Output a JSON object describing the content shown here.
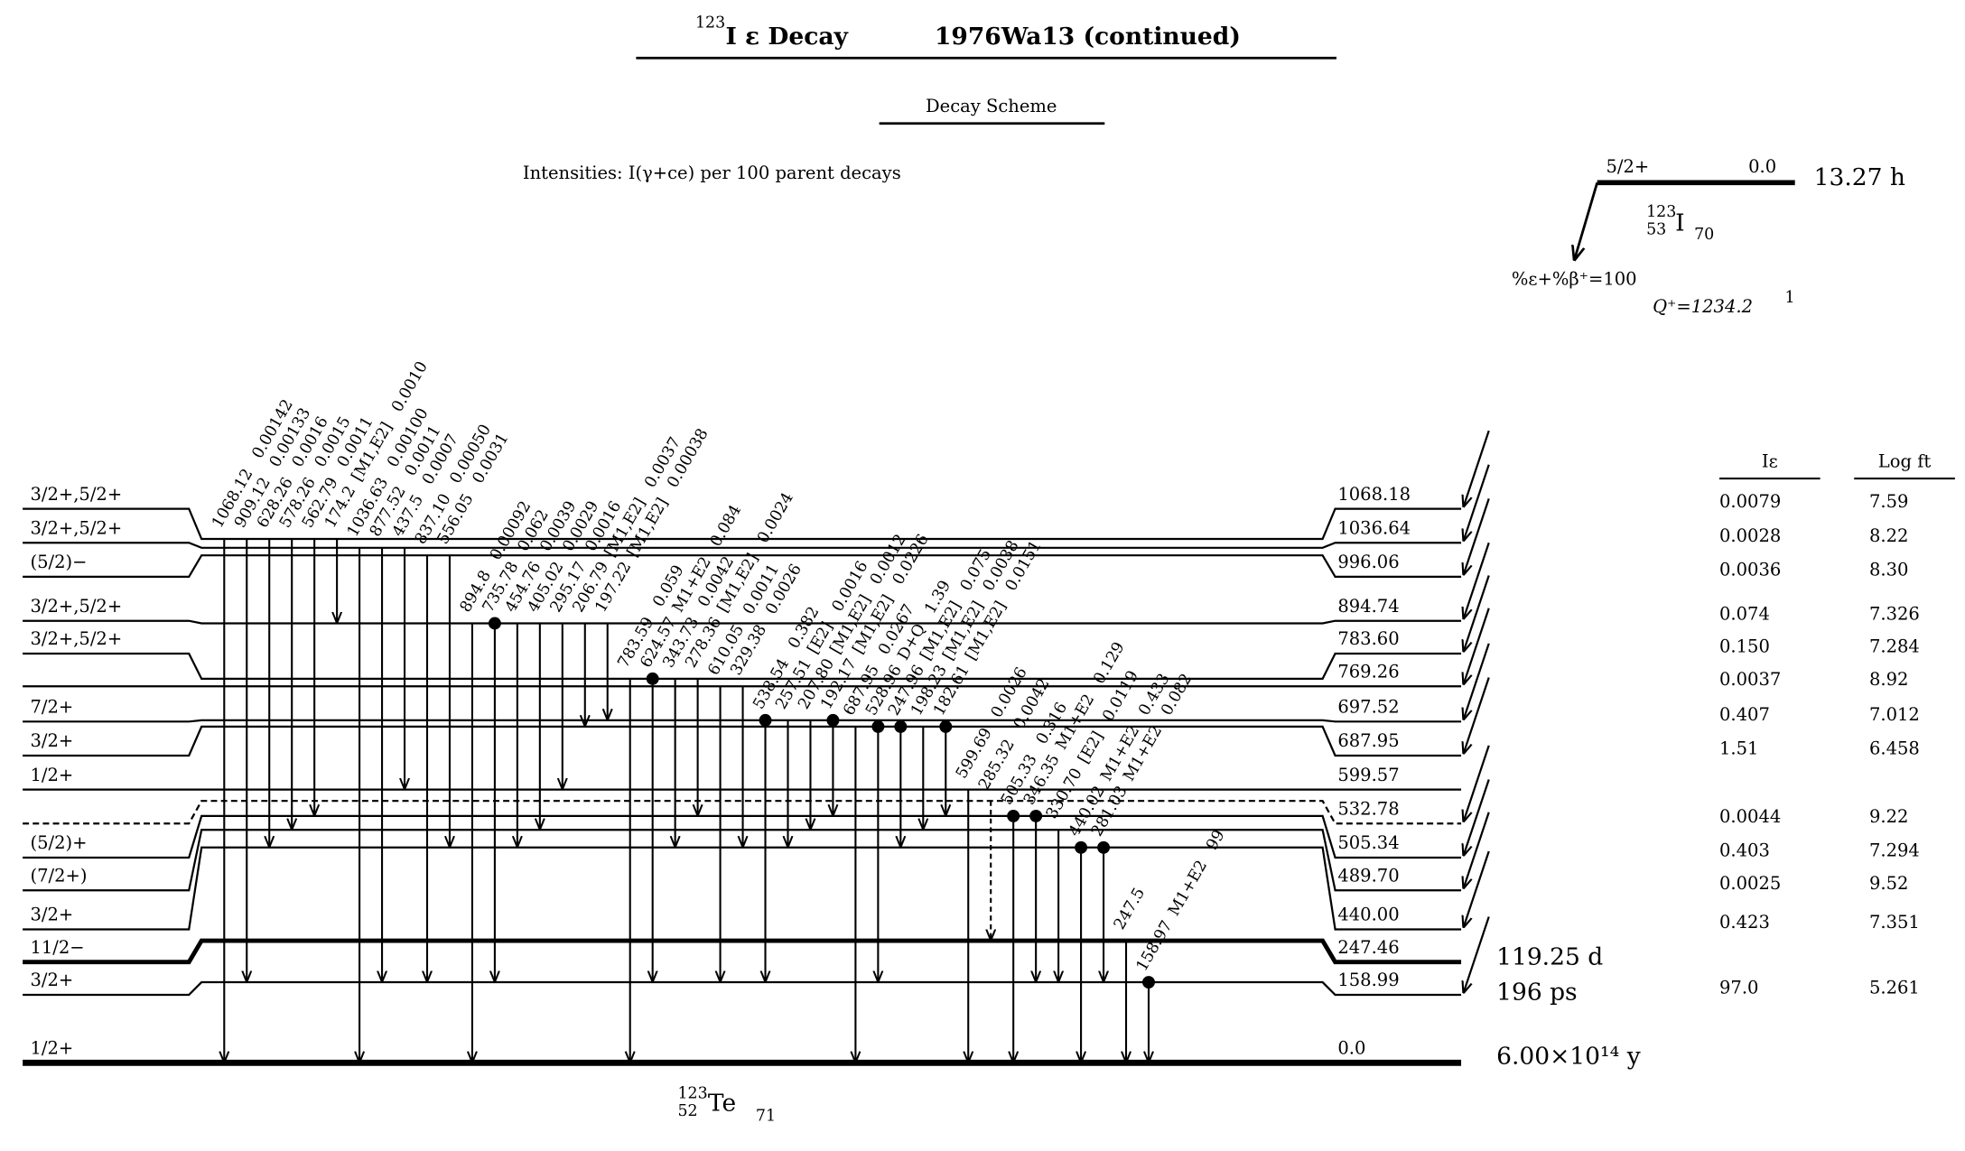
{
  "header": {
    "mass": "123",
    "title_rest": "I ε Decay",
    "reference": "1976Wa13 (continued)",
    "subtitle": "Decay Scheme",
    "intensities_note": "Intensities: I(γ+ce) per 100 parent decays"
  },
  "parent": {
    "jpi": "5/2+",
    "energy": "0.0",
    "halflife": "13.27 h",
    "mass": "123",
    "z": "53",
    "symbol": "I",
    "n": "70",
    "branching": "%ε+%β⁺=100",
    "q_label": "Q⁺=1234.2",
    "q_unc": "1"
  },
  "daughter": {
    "mass": "123",
    "z": "52",
    "symbol": "Te",
    "n": "71"
  },
  "table_headers": {
    "ie": "Iε",
    "logft": "Log ft"
  },
  "levels": [
    {
      "e": "1068.18",
      "jpi": "3/2+,5/2+",
      "ie": "0.0079",
      "logft": "7.59",
      "halflife": "",
      "style": "normal"
    },
    {
      "e": "1036.64",
      "jpi": "3/2+,5/2+",
      "ie": "0.0028",
      "logft": "8.22",
      "halflife": "",
      "style": "normal"
    },
    {
      "e": "996.06",
      "jpi": "(5/2)−",
      "ie": "0.0036",
      "logft": "8.30",
      "halflife": "",
      "style": "normal"
    },
    {
      "e": "894.74",
      "jpi": "3/2+,5/2+",
      "ie": "0.074",
      "logft": "7.326",
      "halflife": "",
      "style": "normal"
    },
    {
      "e": "783.60",
      "jpi": "3/2+,5/2+",
      "ie": "0.150",
      "logft": "7.284",
      "halflife": "",
      "style": "normal"
    },
    {
      "e": "769.26",
      "jpi": "",
      "ie": "0.0037",
      "logft": "8.92",
      "halflife": "",
      "style": "normal"
    },
    {
      "e": "697.52",
      "jpi": "7/2+",
      "ie": "0.407",
      "logft": "7.012",
      "halflife": "",
      "style": "normal"
    },
    {
      "e": "687.95",
      "jpi": "3/2+",
      "ie": "1.51",
      "logft": "6.458",
      "halflife": "",
      "style": "normal"
    },
    {
      "e": "599.57",
      "jpi": "1/2+",
      "ie": "",
      "logft": "",
      "halflife": "",
      "style": "normal"
    },
    {
      "e": "532.78",
      "jpi": "",
      "ie": "0.0044",
      "logft": "9.22",
      "halflife": "",
      "style": "dashed"
    },
    {
      "e": "505.34",
      "jpi": "(5/2)+",
      "ie": "0.403",
      "logft": "7.294",
      "halflife": "",
      "style": "normal"
    },
    {
      "e": "489.70",
      "jpi": "(7/2+)",
      "ie": "0.0025",
      "logft": "9.52",
      "halflife": "",
      "style": "normal"
    },
    {
      "e": "440.00",
      "jpi": "3/2+",
      "ie": "0.423",
      "logft": "7.351",
      "halflife": "",
      "style": "normal"
    },
    {
      "e": "247.46",
      "jpi": "11/2−",
      "ie": "",
      "logft": "",
      "halflife": "119.25 d",
      "style": "thick"
    },
    {
      "e": "158.99",
      "jpi": "3/2+",
      "ie": "97.0",
      "logft": "5.261",
      "halflife": "196 ps",
      "style": "normal"
    },
    {
      "e": "0.0",
      "jpi": "1/2+",
      "ie": "",
      "logft": "",
      "halflife": "6.00×10¹⁴ y",
      "style": "ground"
    }
  ],
  "gammas": [
    {
      "e": "1068.12",
      "mult": "",
      "i": "0.00142",
      "from": 0,
      "to": 15,
      "dot": false
    },
    {
      "e": "909.12",
      "mult": "",
      "i": "0.00133",
      "from": 0,
      "to": 14,
      "dot": false
    },
    {
      "e": "628.26",
      "mult": "",
      "i": "0.0016",
      "from": 0,
      "to": 12,
      "dot": false
    },
    {
      "e": "578.26",
      "mult": "",
      "i": "0.0015",
      "from": 0,
      "to": 11,
      "dot": false
    },
    {
      "e": "562.79",
      "mult": "",
      "i": "0.0011",
      "from": 0,
      "to": 10,
      "dot": false
    },
    {
      "e": "174.2",
      "mult": "[M1,E2]",
      "i": "0.0010",
      "from": 0,
      "to": 3,
      "dot": false
    },
    {
      "e": "1036.63",
      "mult": "",
      "i": "0.00100",
      "from": 1,
      "to": 15,
      "dot": false
    },
    {
      "e": "877.52",
      "mult": "",
      "i": "0.0011",
      "from": 1,
      "to": 14,
      "dot": false
    },
    {
      "e": "437.5",
      "mult": "",
      "i": "0.0007",
      "from": 1,
      "to": 8,
      "dot": false
    },
    {
      "e": "837.10",
      "mult": "",
      "i": "0.00050",
      "from": 2,
      "to": 14,
      "dot": false
    },
    {
      "e": "556.05",
      "mult": "",
      "i": "0.0031",
      "from": 2,
      "to": 12,
      "dot": false
    },
    {
      "e": "894.8",
      "mult": "",
      "i": "0.00092",
      "from": 3,
      "to": 15,
      "dot": false
    },
    {
      "e": "735.78",
      "mult": "",
      "i": "0.062",
      "from": 3,
      "to": 14,
      "dot": true
    },
    {
      "e": "454.76",
      "mult": "",
      "i": "0.0039",
      "from": 3,
      "to": 12,
      "dot": false
    },
    {
      "e": "405.02",
      "mult": "",
      "i": "0.0029",
      "from": 3,
      "to": 11,
      "dot": false
    },
    {
      "e": "295.17",
      "mult": "",
      "i": "0.0016",
      "from": 3,
      "to": 8,
      "dot": false
    },
    {
      "e": "206.79",
      "mult": "[M1,E2]",
      "i": "0.0037",
      "from": 3,
      "to": 7,
      "dot": false
    },
    {
      "e": "197.22",
      "mult": "[M1,E2]",
      "i": "0.00038",
      "from": 3,
      "to": 6,
      "dot": false
    },
    {
      "e": "783.59",
      "mult": "",
      "i": "0.059",
      "from": 4,
      "to": 15,
      "dot": false
    },
    {
      "e": "624.57",
      "mult": "M1+E2",
      "i": "0.084",
      "from": 4,
      "to": 14,
      "dot": true
    },
    {
      "e": "343.73",
      "mult": "",
      "i": "0.0042",
      "from": 4,
      "to": 12,
      "dot": false
    },
    {
      "e": "278.36",
      "mult": "[M1,E2]",
      "i": "0.0024",
      "from": 4,
      "to": 10,
      "dot": false
    },
    {
      "e": "610.05",
      "mult": "",
      "i": "0.0011",
      "from": 5,
      "to": 14,
      "dot": false
    },
    {
      "e": "329.38",
      "mult": "",
      "i": "0.0026",
      "from": 5,
      "to": 12,
      "dot": false
    },
    {
      "e": "538.54",
      "mult": "",
      "i": "0.382",
      "from": 6,
      "to": 14,
      "dot": true
    },
    {
      "e": "257.51",
      "mult": "[E2]",
      "i": "0.0016",
      "from": 6,
      "to": 12,
      "dot": false
    },
    {
      "e": "207.80",
      "mult": "[M1,E2]",
      "i": "0.0012",
      "from": 6,
      "to": 11,
      "dot": false
    },
    {
      "e": "192.17",
      "mult": "[M1,E2]",
      "i": "0.0226",
      "from": 6,
      "to": 10,
      "dot": true
    },
    {
      "e": "687.95",
      "mult": "",
      "i": "0.0267",
      "from": 7,
      "to": 15,
      "dot": false
    },
    {
      "e": "528.96",
      "mult": "D+Q",
      "i": "1.39",
      "from": 7,
      "to": 14,
      "dot": true
    },
    {
      "e": "247.96",
      "mult": "[M1,E2]",
      "i": "0.075",
      "from": 7,
      "to": 12,
      "dot": true
    },
    {
      "e": "198.23",
      "mult": "[M1,E2]",
      "i": "0.0038",
      "from": 7,
      "to": 11,
      "dot": false
    },
    {
      "e": "182.61",
      "mult": "[M1,E2]",
      "i": "0.0151",
      "from": 7,
      "to": 10,
      "dot": true
    },
    {
      "e": "599.69",
      "mult": "",
      "i": "0.0026",
      "from": 8,
      "to": 15,
      "dot": false
    },
    {
      "e": "285.32",
      "mult": "",
      "i": "0.0042",
      "from": 9,
      "to": 13,
      "dot": false,
      "dashed": true
    },
    {
      "e": "505.33",
      "mult": "",
      "i": "0.316",
      "from": 10,
      "to": 15,
      "dot": true
    },
    {
      "e": "346.35",
      "mult": "M1+E2",
      "i": "0.129",
      "from": 10,
      "to": 14,
      "dot": true
    },
    {
      "e": "330.70",
      "mult": "[E2]",
      "i": "0.0119",
      "from": 11,
      "to": 14,
      "dot": false
    },
    {
      "e": "440.02",
      "mult": "M1+E2",
      "i": "0.433",
      "from": 12,
      "to": 15,
      "dot": true
    },
    {
      "e": "281.03",
      "mult": "M1+E2",
      "i": "0.082",
      "from": 12,
      "to": 14,
      "dot": true
    },
    {
      "e": "247.5",
      "mult": "",
      "i": "",
      "from": 13,
      "to": 15,
      "dot": false
    },
    {
      "e": "158.97",
      "mult": "M1+E2",
      "i": "99",
      "from": 14,
      "to": 15,
      "dot": true
    }
  ]
}
